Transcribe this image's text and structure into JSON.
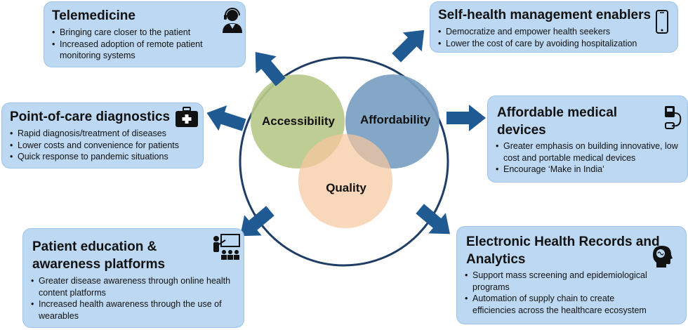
{
  "center": {
    "circles": [
      {
        "label": "Accessibility",
        "color": "#b8c98a"
      },
      {
        "label": "Affordability",
        "color": "#7ba0c2"
      },
      {
        "label": "Quality",
        "color": "#f7c7a0"
      }
    ],
    "ring_color": "#1f3d66",
    "arrow_color": "#1f5a93"
  },
  "boxes": {
    "telemedicine": {
      "title": "Telemedicine",
      "icon": "headset-person-icon",
      "bullets": [
        "Bringing care closer to the patient",
        "Increased adoption of remote patient monitoring systems"
      ]
    },
    "self_health": {
      "title": "Self-health management enablers",
      "icon": "smartphone-icon",
      "bullets": [
        "Democratize and empower health seekers",
        "Lower the cost of care by avoiding hospitalization"
      ]
    },
    "poc": {
      "title": "Point-of-care diagnostics",
      "icon": "medical-kit-icon",
      "bullets": [
        "Rapid diagnosis/treatment of diseases",
        "Lower costs and convenience for patients",
        "Quick response to pandemic situations"
      ]
    },
    "devices": {
      "title": "Affordable medical devices",
      "icon": "blood-pressure-monitor-icon",
      "bullets": [
        "Greater emphasis on building innovative, low cost and portable medical devices",
        "Encourage ‘Make in India’"
      ]
    },
    "education": {
      "title": "Patient education & awareness platforms",
      "icon": "presentation-icon",
      "bullets": [
        "Greater disease awareness through online health content platforms",
        "Increased health awareness through the use of wearables"
      ]
    },
    "ehr": {
      "title": "Electronic Health Records and Analytics",
      "icon": "brain-head-icon",
      "bullets": [
        "Support mass screening and epidemiological programs",
        "Automation of supply chain to create efficiencies across the healthcare ecosystem"
      ]
    }
  }
}
